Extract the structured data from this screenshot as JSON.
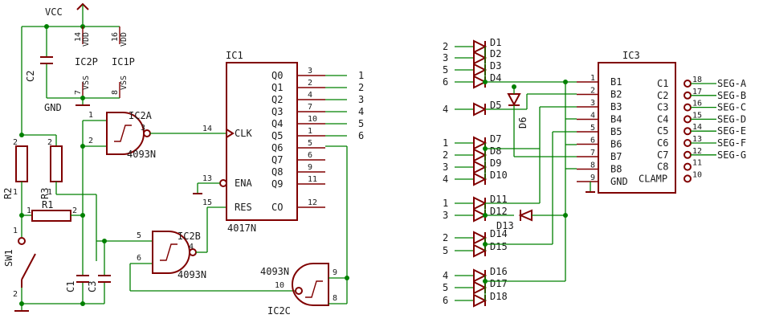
{
  "power": {
    "vcc": "VCC",
    "gnd": "GND"
  },
  "components": {
    "c2": "C2",
    "ic2p": "IC2P",
    "ic1p": "IC1P",
    "r1": "R1",
    "r2": "R2",
    "r3": "R3",
    "sw1": "SW1",
    "c1": "C1",
    "c3": "C3",
    "ic2a": "IC2A",
    "ic2b": "IC2B",
    "ic2c": "IC2C",
    "nand_part": "4093N",
    "ic1": "IC1",
    "ic1_part": "4017N",
    "ic3": "IC3"
  },
  "supply_pins": {
    "vdd": "VDD",
    "vss": "VSS",
    "p14": "14",
    "p16": "16",
    "p7": "7",
    "p8": "8"
  },
  "passive_pins": {
    "one": "1",
    "two": "2"
  },
  "gate_pins": {
    "a1": "1",
    "a2": "2",
    "a3": "3",
    "b5": "5",
    "b6": "6",
    "b4": "4",
    "c10": "10",
    "c9": "9",
    "c8": "8"
  },
  "ic1_inputs": [
    {
      "pin": "14",
      "name": "CLK"
    },
    {
      "pin": "13",
      "name": "ENA"
    },
    {
      "pin": "15",
      "name": "RES"
    }
  ],
  "ic1_outputs": [
    {
      "name": "Q0",
      "pin": "3",
      "net": "1"
    },
    {
      "name": "Q1",
      "pin": "2",
      "net": "2"
    },
    {
      "name": "Q2",
      "pin": "4",
      "net": "3"
    },
    {
      "name": "Q3",
      "pin": "7",
      "net": "4"
    },
    {
      "name": "Q4",
      "pin": "10",
      "net": "5"
    },
    {
      "name": "Q5",
      "pin": "1",
      "net": "6"
    },
    {
      "name": "Q6",
      "pin": "5",
      "net": ""
    },
    {
      "name": "Q7",
      "pin": "6",
      "net": ""
    },
    {
      "name": "Q8",
      "pin": "9",
      "net": ""
    },
    {
      "name": "Q9",
      "pin": "11",
      "net": ""
    },
    {
      "name": "CO",
      "pin": "12",
      "net": ""
    }
  ],
  "ic3_inputs": [
    {
      "name": "B1",
      "pin": "1"
    },
    {
      "name": "B2",
      "pin": "2"
    },
    {
      "name": "B3",
      "pin": "3"
    },
    {
      "name": "B4",
      "pin": "4"
    },
    {
      "name": "B5",
      "pin": "5"
    },
    {
      "name": "B6",
      "pin": "6"
    },
    {
      "name": "B7",
      "pin": "7"
    },
    {
      "name": "B8",
      "pin": "8"
    },
    {
      "name": "GND",
      "pin": "9"
    }
  ],
  "ic3_outputs": [
    {
      "name": "C1",
      "pin": "18",
      "seg": "SEG-A"
    },
    {
      "name": "C2",
      "pin": "17",
      "seg": "SEG-B"
    },
    {
      "name": "C3",
      "pin": "16",
      "seg": "SEG-C"
    },
    {
      "name": "C4",
      "pin": "15",
      "seg": "SEG-D"
    },
    {
      "name": "C5",
      "pin": "14",
      "seg": "SEG-E"
    },
    {
      "name": "C6",
      "pin": "13",
      "seg": "SEG-F"
    },
    {
      "name": "C7",
      "pin": "12",
      "seg": "SEG-G"
    },
    {
      "name": "C8",
      "pin": "11",
      "seg": ""
    },
    {
      "name": "CLAMP",
      "pin": "10",
      "seg": ""
    }
  ],
  "diodes": [
    {
      "name": "D1",
      "net": "2"
    },
    {
      "name": "D2",
      "net": "3"
    },
    {
      "name": "D3",
      "net": "5"
    },
    {
      "name": "D4",
      "net": "6"
    },
    {
      "name": "D5",
      "net": "4"
    },
    {
      "name": "D6",
      "net": ""
    },
    {
      "name": "D7",
      "net": "1"
    },
    {
      "name": "D8",
      "net": "2"
    },
    {
      "name": "D9",
      "net": "3"
    },
    {
      "name": "D10",
      "net": "4"
    },
    {
      "name": "D11",
      "net": "1"
    },
    {
      "name": "D12",
      "net": "3"
    },
    {
      "name": "D13",
      "net": ""
    },
    {
      "name": "D14",
      "net": "2"
    },
    {
      "name": "D15",
      "net": "5"
    },
    {
      "name": "D16",
      "net": "4"
    },
    {
      "name": "D17",
      "net": "5"
    },
    {
      "name": "D18",
      "net": "6"
    }
  ]
}
